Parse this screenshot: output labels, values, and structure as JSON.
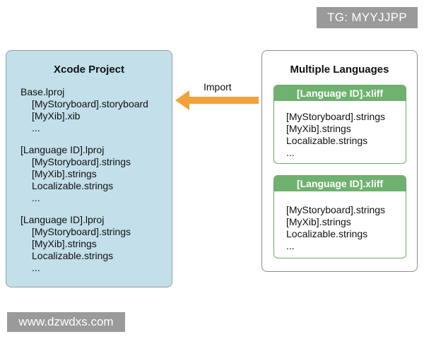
{
  "watermarks": {
    "top": "TG: MYYJJPP",
    "bottom": "www.dzwdxs.com"
  },
  "xcode_project": {
    "title": "Xcode Project",
    "groups": [
      {
        "folder": "Base.lproj",
        "items": [
          "[MyStoryboard].storyboard",
          "[MyXib].xib",
          "..."
        ]
      },
      {
        "folder": "[Language ID].lproj",
        "items": [
          "[MyStoryboard].strings",
          "[MyXib].strings",
          "Localizable.strings",
          "..."
        ]
      },
      {
        "folder": "[Language ID].lproj",
        "items": [
          "[MyStoryboard].strings",
          "[MyXib].strings",
          "Localizable.strings",
          "..."
        ]
      }
    ]
  },
  "arrow": {
    "label": "Import",
    "color": "#f2a13b"
  },
  "multiple_languages": {
    "title": "Multiple Languages",
    "files": [
      {
        "name": "[Language ID].xliff",
        "items": [
          "[MyStoryboard].strings",
          "[MyXib].strings",
          "Localizable.strings",
          "..."
        ]
      },
      {
        "name": "[Language ID].xliff",
        "items": [
          "[MyStoryboard].strings",
          "[MyXib].strings",
          "Localizable.strings",
          "..."
        ]
      }
    ]
  }
}
